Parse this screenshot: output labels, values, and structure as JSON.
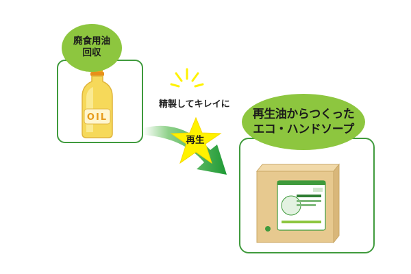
{
  "source_box": {
    "label_line1": "廃食用油",
    "label_line2": "回収"
  },
  "bottle": {
    "label": "OIL"
  },
  "process": {
    "caption": "精製してキレイに",
    "star_label": "再生"
  },
  "product_box": {
    "label_line1": "再生油からつくった",
    "label_line2": "エコ・ハンドソープ"
  },
  "colors": {
    "frame_green": "#3f9a3c",
    "pill_green": "#8dc63f",
    "arrow_green": "#2e9b3a",
    "star_yellow": "#fff200",
    "oil_yellow": "#f3d74a",
    "carton_tan": "#e7c98f"
  }
}
